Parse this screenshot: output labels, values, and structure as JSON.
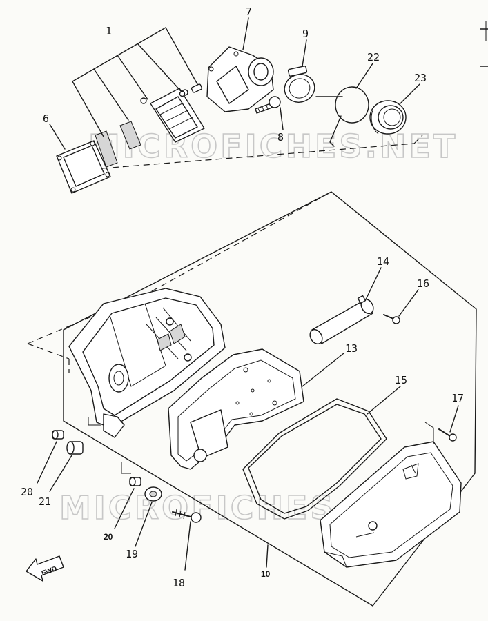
{
  "watermark": "MICROFICHES.NET",
  "callouts": {
    "p1": "1",
    "p6": "6",
    "p7": "7",
    "p8": "8",
    "p9": "9",
    "p10": "10",
    "p13": "13",
    "p14": "14",
    "p15": "15",
    "p16": "16",
    "p17": "17",
    "p18": "18",
    "p19": "19",
    "p20a": "20",
    "p20b": "20",
    "p21": "21",
    "p22": "22",
    "p23": "23"
  },
  "fwd_label": "FWD"
}
